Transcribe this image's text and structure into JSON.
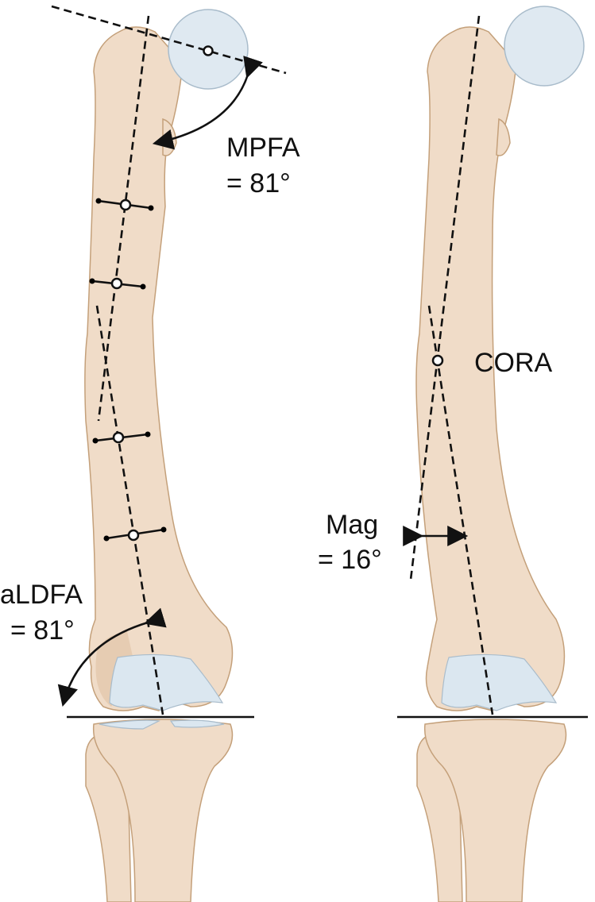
{
  "left_femur": {
    "mpfa_label": "MPFA",
    "mpfa_value": "= 81°",
    "aldfa_label": "aLDFA",
    "aldfa_value": "= 81°"
  },
  "right_femur": {
    "cora_label": "CORA",
    "mag_label": "Mag",
    "mag_value": "= 16°"
  },
  "colors": {
    "bone": "#f0dcc8",
    "cartilage": "#dbe7f0",
    "line": "#111111"
  }
}
